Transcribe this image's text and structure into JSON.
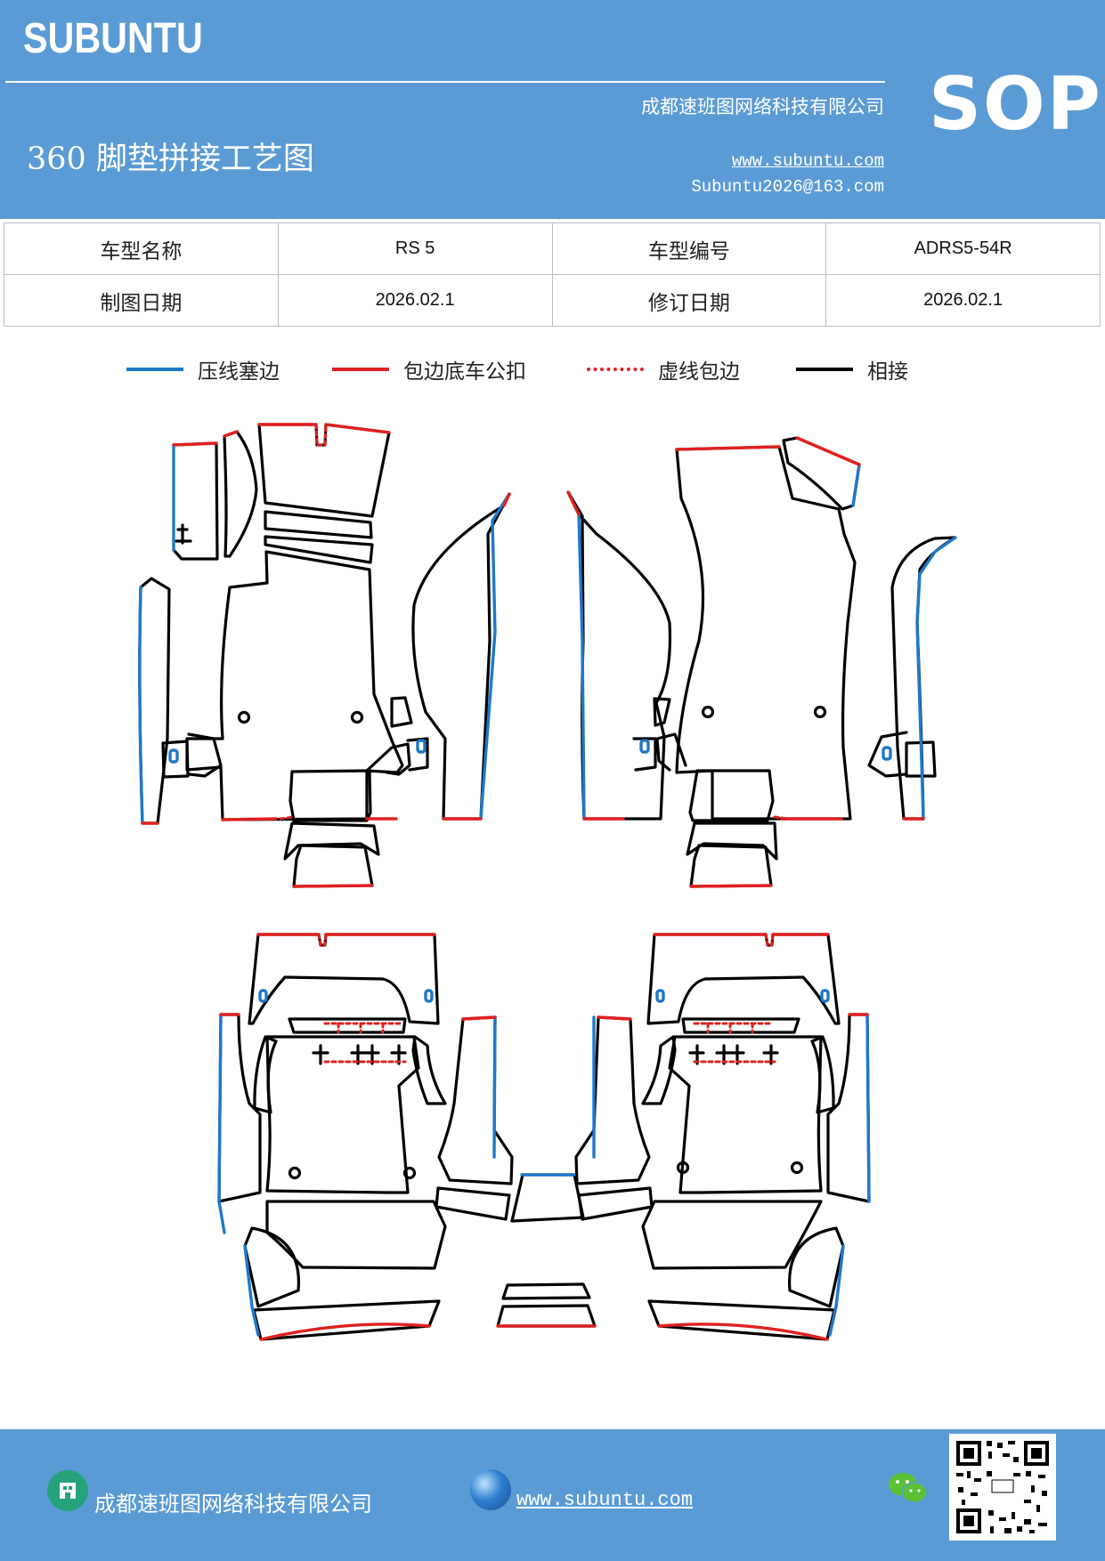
{
  "header": {
    "brand": "SUBUNTU",
    "badge": "SOP",
    "company": "成都速班图网络科技有限公司",
    "title": "360 脚垫拼接工艺图",
    "website": "www.subuntu.com",
    "email": "Subuntu2026@163.com"
  },
  "info_table": {
    "rows": [
      [
        "车型名称",
        "RS 5",
        "车型编号",
        "ADRS5-54R"
      ],
      [
        "制图日期",
        "2026.02.1",
        "修订日期",
        "2026.02.1"
      ]
    ]
  },
  "legend": [
    {
      "label": "压线塞边",
      "color": "#1f78c8",
      "style": "solid"
    },
    {
      "label": "包边底车公扣",
      "color": "#e02020",
      "style": "solid"
    },
    {
      "label": "虚线包边",
      "color": "#e02020",
      "style": "dotted"
    },
    {
      "label": "相接",
      "color": "#000000",
      "style": "solid"
    }
  ],
  "footer": {
    "company": "成都速班图网络科技有限公司",
    "website": "www.subuntu.com"
  },
  "colors": {
    "header_bg": "#5b9bd5",
    "blue_edge": "#1f78c8",
    "red_edge": "#e02020",
    "black_edge": "#000000"
  }
}
